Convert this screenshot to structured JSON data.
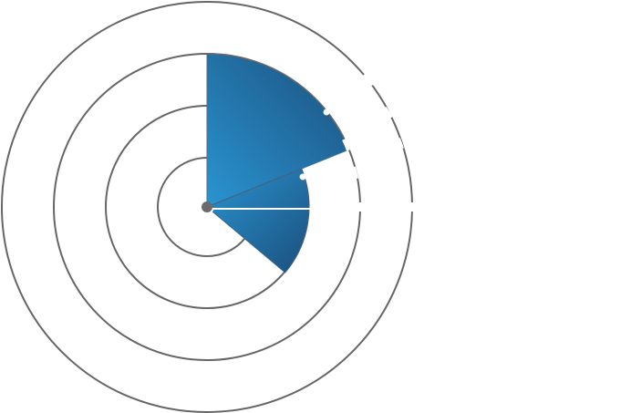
{
  "colors": {
    "background": "#ffffff",
    "ring_stroke": "#666666",
    "sector_dark": "#1b4f7c",
    "sector_light": "#2a94d1",
    "tick_marks": "#ffffff",
    "center_dot": "#6b6b6b"
  },
  "rings": {
    "count": 4
  },
  "sectors": [
    {
      "name": "outer-sector",
      "from_deg": 90,
      "to_deg": 22,
      "ring_level": 3
    },
    {
      "name": "inner-sector",
      "from_deg": 22,
      "to_deg": -40,
      "ring_level": 2
    }
  ],
  "icons": {
    "center": "center-dot-icon"
  }
}
